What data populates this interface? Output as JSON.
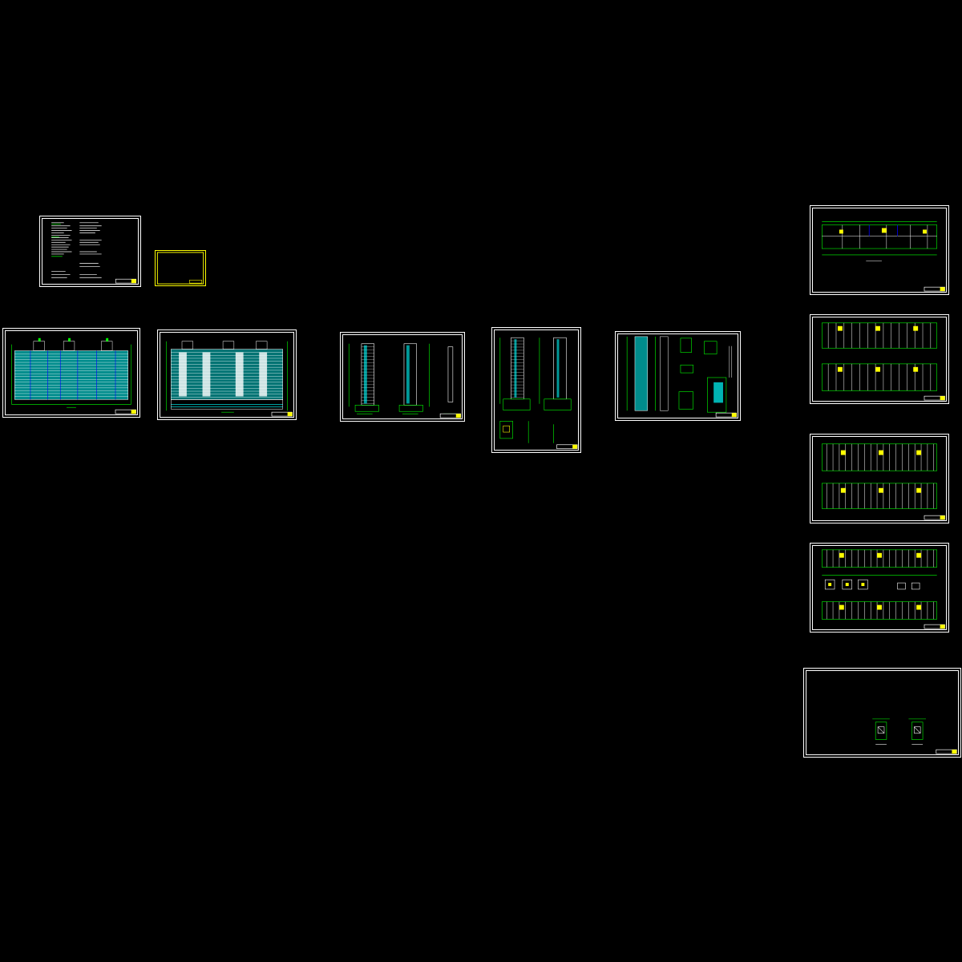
{
  "colors": {
    "background": "#000000",
    "frame": "#ffffff",
    "structure": "#00ff00",
    "glazing": "#00ffff",
    "highlight": "#ffff00",
    "accent": "#0066ff"
  },
  "sheets": [
    {
      "id": "design-notes",
      "kind": "notes"
    },
    {
      "id": "blank-sheet",
      "kind": "blank"
    },
    {
      "id": "front-elevation",
      "kind": "elevation"
    },
    {
      "id": "rear-elevation",
      "kind": "elevation"
    },
    {
      "id": "side-elevations",
      "kind": "side"
    },
    {
      "id": "sections",
      "kind": "section"
    },
    {
      "id": "wall-details",
      "kind": "detail"
    },
    {
      "id": "ground-floor-plan",
      "kind": "plan"
    },
    {
      "id": "typical-floor-plans",
      "kind": "plan"
    },
    {
      "id": "upper-floor-plans",
      "kind": "plan"
    },
    {
      "id": "roof-plans",
      "kind": "plan"
    },
    {
      "id": "stair-details",
      "kind": "detail"
    }
  ]
}
